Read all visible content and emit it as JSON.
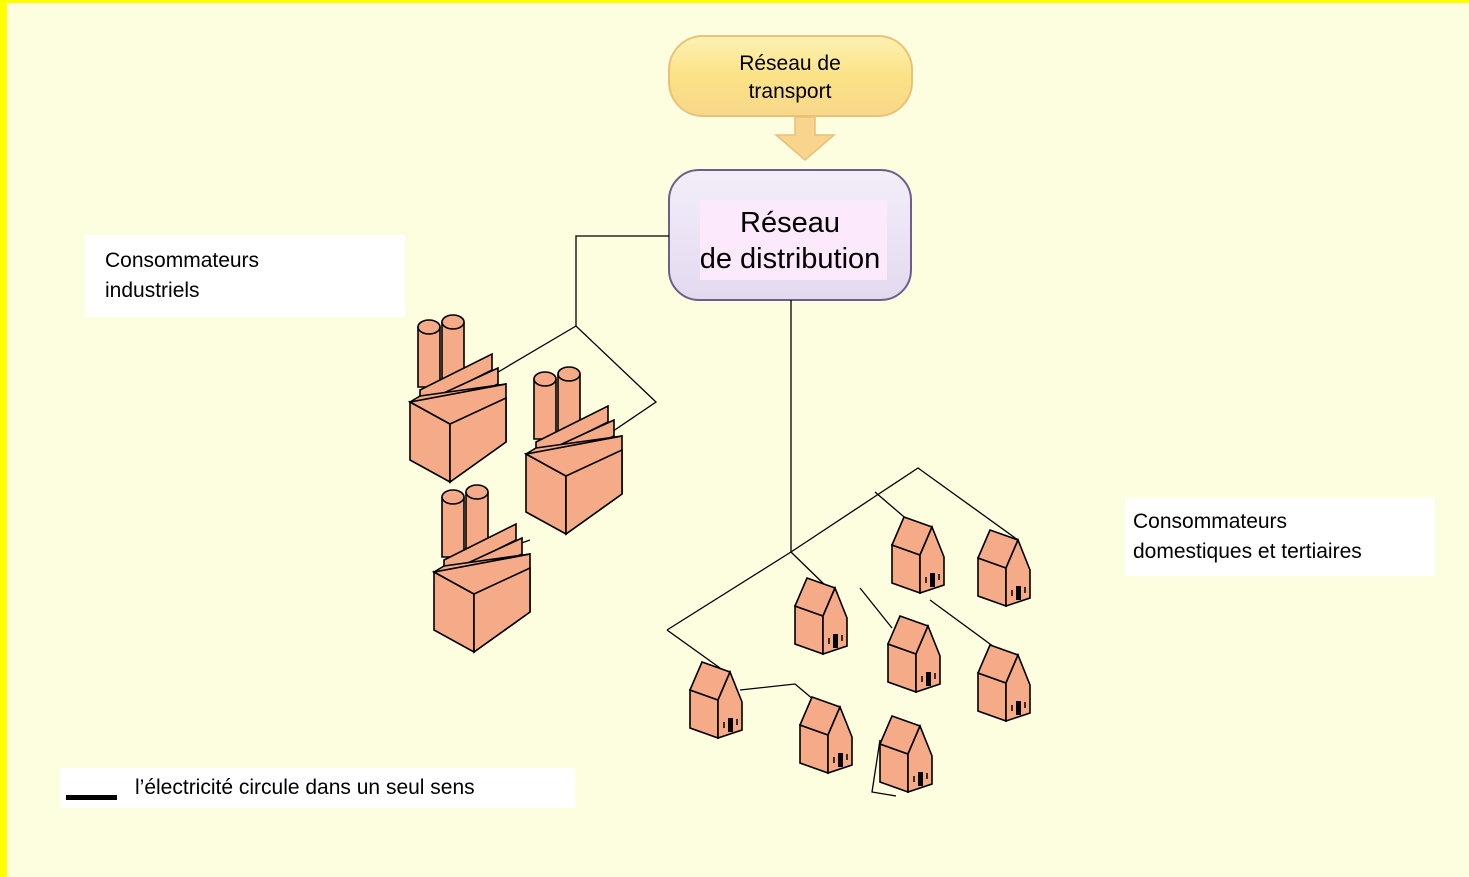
{
  "nodes": {
    "transport": {
      "line1": "Réseau de",
      "line2": "transport"
    },
    "distribution": {
      "line1": "Réseau",
      "line2": "de distribution"
    }
  },
  "groups": {
    "industrial": {
      "line1": "Consommateurs",
      "line2": "industriels"
    },
    "domestic": {
      "line1": "Consommateurs",
      "line2": "domestiques et tertiaires"
    }
  },
  "legend": {
    "text": "l’électricité circule dans un seul sens"
  },
  "colors": {
    "background": "#fdfde0",
    "edge": "#ffff00",
    "building": "#f5ab88",
    "transport_box": "#fbe28a",
    "distribution_box": "#eae1f4"
  },
  "icons": {
    "factory": "factory-icon",
    "house": "house-icon",
    "arrow": "arrow-down-icon"
  }
}
